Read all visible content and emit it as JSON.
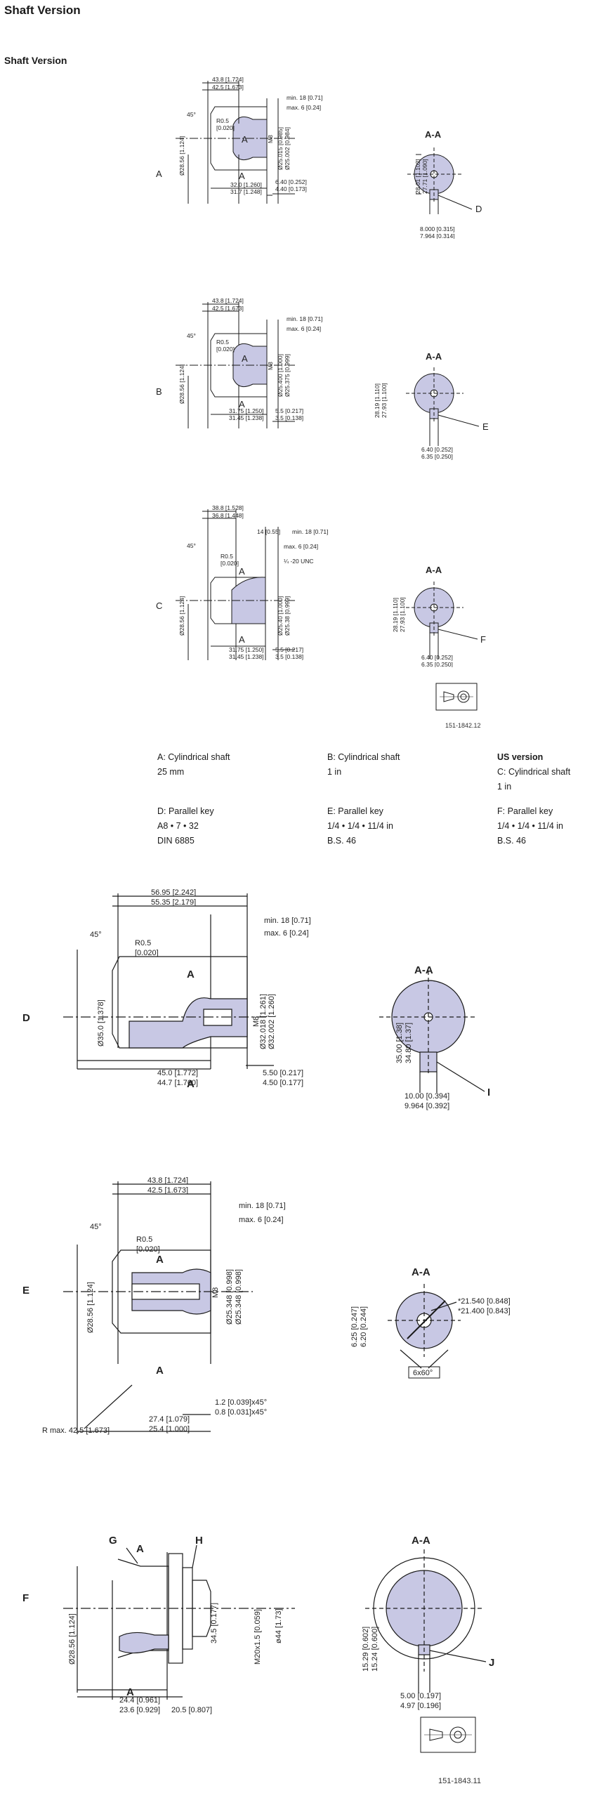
{
  "title": "Shaft Version",
  "subtitle": "Shaft Version",
  "colors": {
    "fill": "#c8c8e4",
    "line": "#1a1a1a"
  },
  "fig_a": {
    "label": "A",
    "d1": "43.8 [1.724]",
    "d2": "42.5 [1.673]",
    "min": "min. 18 [0.71]",
    "max": "max. 6 [0.24]",
    "angle": "45°",
    "r": "R0.5",
    "r2": "[0.020]",
    "dia": "Ø28.56 [1.124]",
    "s1": "Ø25.015 [0.985]",
    "s2": "Ø25.002 [0.984]",
    "thread": "M8",
    "b1": "32.0 [1.260]",
    "b2": "31.7 [1.248]",
    "k1": "6.40 [0.252]",
    "k2": "4.40 [0.173]",
    "sec": "A-A",
    "sa": "28.01 [1.102]",
    "sb": "27.71 [1.090]",
    "w1": "8.000 [0.315]",
    "w2": "7.964 [0.314]",
    "key": "D"
  },
  "fig_b": {
    "label": "B",
    "d1": "43.8 [1.724]",
    "d2": "42.5 [1.673]",
    "min": "min. 18 [0.71]",
    "max": "max. 6 [0.24]",
    "angle": "45°",
    "r": "R0.5",
    "r2": "[0.020]",
    "dia": "Ø28.56 [1.124]",
    "s1": "Ø25.400 [1.000]",
    "s2": "Ø25.375 [0.999]",
    "thread": "M8",
    "b1": "31.75 [1.250]",
    "b2": "31.45 [1.238]",
    "k1": "5.5 [0.217]",
    "k2": "3.5 [0.138]",
    "sec": "A-A",
    "sa": "28.19 [1.110]",
    "sb": "27.93 [1.100]",
    "w1": "6.40 [0.252]",
    "w2": "6.35 [0.250]",
    "key": "E"
  },
  "fig_c": {
    "label": "C",
    "d1": "38.8 [1.528]",
    "d2": "36.8 [1.448]",
    "t": "14 [0.55]",
    "min": "min. 18 [0.71]",
    "max": "max. 6 [0.24]",
    "unc": "¼ -20 UNC",
    "angle": "45°",
    "r": "R0.5",
    "r2": "[0.020]",
    "dia": "Ø28.56 [1.124]",
    "s1": "Ø25.40 [1.000]",
    "s2": "Ø25.38 [0.999]",
    "b1": "31.75 [1.250]",
    "b2": "31.45 [1.238]",
    "k1": "5.5 [0.217]",
    "k2": "3.5 [0.138]",
    "sec": "A-A",
    "sa": "28.19 [1.110]",
    "sb": "27.93 [1.100]",
    "w1": "6.40 [0.252]",
    "w2": "6.35 [0.250]",
    "key": "F"
  },
  "ref1": "151-1842.12",
  "desc": {
    "a1": "A: Cylindrical shaft",
    "a2": "25 mm",
    "b1": "B: Cylindrical shaft",
    "b2": "1 in",
    "us": "US version",
    "c1": "C: Cylindrical shaft",
    "c2": "1 in",
    "d1": "D: Parallel key",
    "d2": "A8 • 7 • 32",
    "d3": "DIN 6885",
    "e1": "E: Parallel key",
    "e2": "1/4 • 1/4 • 11/4 in",
    "e3": "B.S. 46",
    "f1": "F: Parallel key",
    "f2": "1/4 • 1/4 • 11/4 in",
    "f3": "B.S. 46"
  },
  "fig_d": {
    "label": "D",
    "d1": "56.95 [2.242]",
    "d2": "55.35 [2.179]",
    "min": "min. 18 [0.71]",
    "max": "max. 6 [0.24]",
    "angle": "45°",
    "r": "R0.5",
    "r2": "[0.020]",
    "dia": "Ø35.0 [1.378]",
    "s1": "Ø32.018 [1.261]",
    "s2": "Ø32.002 [1.260]",
    "thread": "M8",
    "b1": "45.0 [1.772]",
    "b2": "44.7 [1.760]",
    "k1": "5.50 [0.217]",
    "k2": "4.50 [0.177]",
    "sec": "A-A",
    "sa": "35.00 [1.38]",
    "sb": "34.80 [1.37]",
    "w1": "10.00 [0.394]",
    "w2": "9.964 [0.392]",
    "key": "I"
  },
  "fig_e": {
    "label": "E",
    "d1": "43.8 [1.724]",
    "d2": "42.5 [1.673]",
    "min": "min. 18 [0.71]",
    "max": "max. 6 [0.24]",
    "angle": "45°",
    "r": "R0.5",
    "r2": "[0.020]",
    "dia": "Ø28.56 [1.124]",
    "s1": "Ø25.348 [0.998]",
    "s2": "Ø25.348 [0.998]",
    "thread": "M8",
    "c1": "1.2 [0.039]x45°",
    "c2": "0.8 [0.031]x45°",
    "b1": "27.4 [1.079]",
    "b2": "25.4 [1.000]",
    "rmax": "R max. 42.5 [1.673]",
    "sec": "A-A",
    "sa": "6.25 [0.247]",
    "sb": "6.20 [0.244]",
    "sp1": "*21.540 [0.848]",
    "sp2": "*21.400 [0.843]",
    "ang": "6x60°"
  },
  "fig_f": {
    "label": "F",
    "g": "G",
    "h": "H",
    "dia": "Ø28.56 [1.124]",
    "n1": "34.5 [0.177]",
    "n2": "M20x1.5 [0.059]",
    "n3": "ø44 [1.73]",
    "b1": "24.4 [0.961]",
    "b2": "23.6 [0.929]",
    "b3": "20.5 [0.807]",
    "sec": "A-A",
    "sa": "15.29 [0.602]",
    "sb": "15.24 [0.600]",
    "w1": "5.00 [0.197]",
    "w2": "4.97 [0.196]",
    "key": "J"
  },
  "ref2": "151-1843.11"
}
